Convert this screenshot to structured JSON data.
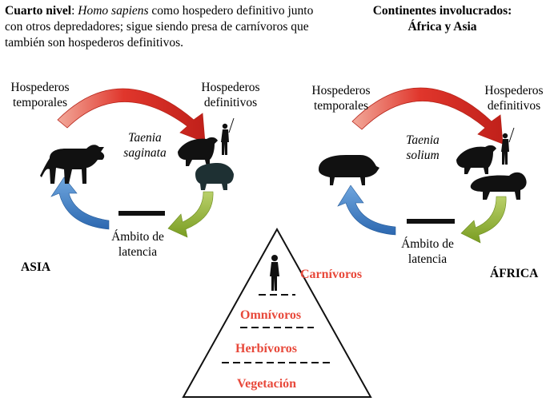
{
  "intro": {
    "lead": "Cuarto nivel",
    "sep": ": ",
    "species": "Homo sapiens",
    "rest": " como hospedero definitivo junto con otros depredadores; sigue siendo presa de carnívoros que también son hospederos definitivos."
  },
  "continents": {
    "line1": "Continentes involucrados:",
    "line2": "África y Asia"
  },
  "asia": {
    "temp_line1": "Hospederos",
    "temp_line2": "temporales",
    "def_line1": "Hospederos",
    "def_line2": "definitivos",
    "species_line1": "Taenia",
    "species_line2": "saginata",
    "latency_line1": "Ámbito de",
    "latency_line2": "latencia",
    "region": "ASIA"
  },
  "africa": {
    "temp_line1": "Hospederos",
    "temp_line2": "temporales",
    "def_line1": "Hospederos",
    "def_line2": "definitivos",
    "species_line1": "Taenia",
    "species_line2": "solium",
    "latency_line1": "Ámbito de",
    "latency_line2": "latencia",
    "region": "ÁFRICA"
  },
  "pyramid": {
    "tier1": "Carnívoros",
    "tier2": "Omnívoros",
    "tier3": "Herbívoros",
    "tier4": "Vegetación"
  },
  "colors": {
    "red_arrow": "#e0362c",
    "green_arrow": "#8cae2e",
    "blue_arrow": "#3c7fc3",
    "tier_text": "#e8493b"
  }
}
